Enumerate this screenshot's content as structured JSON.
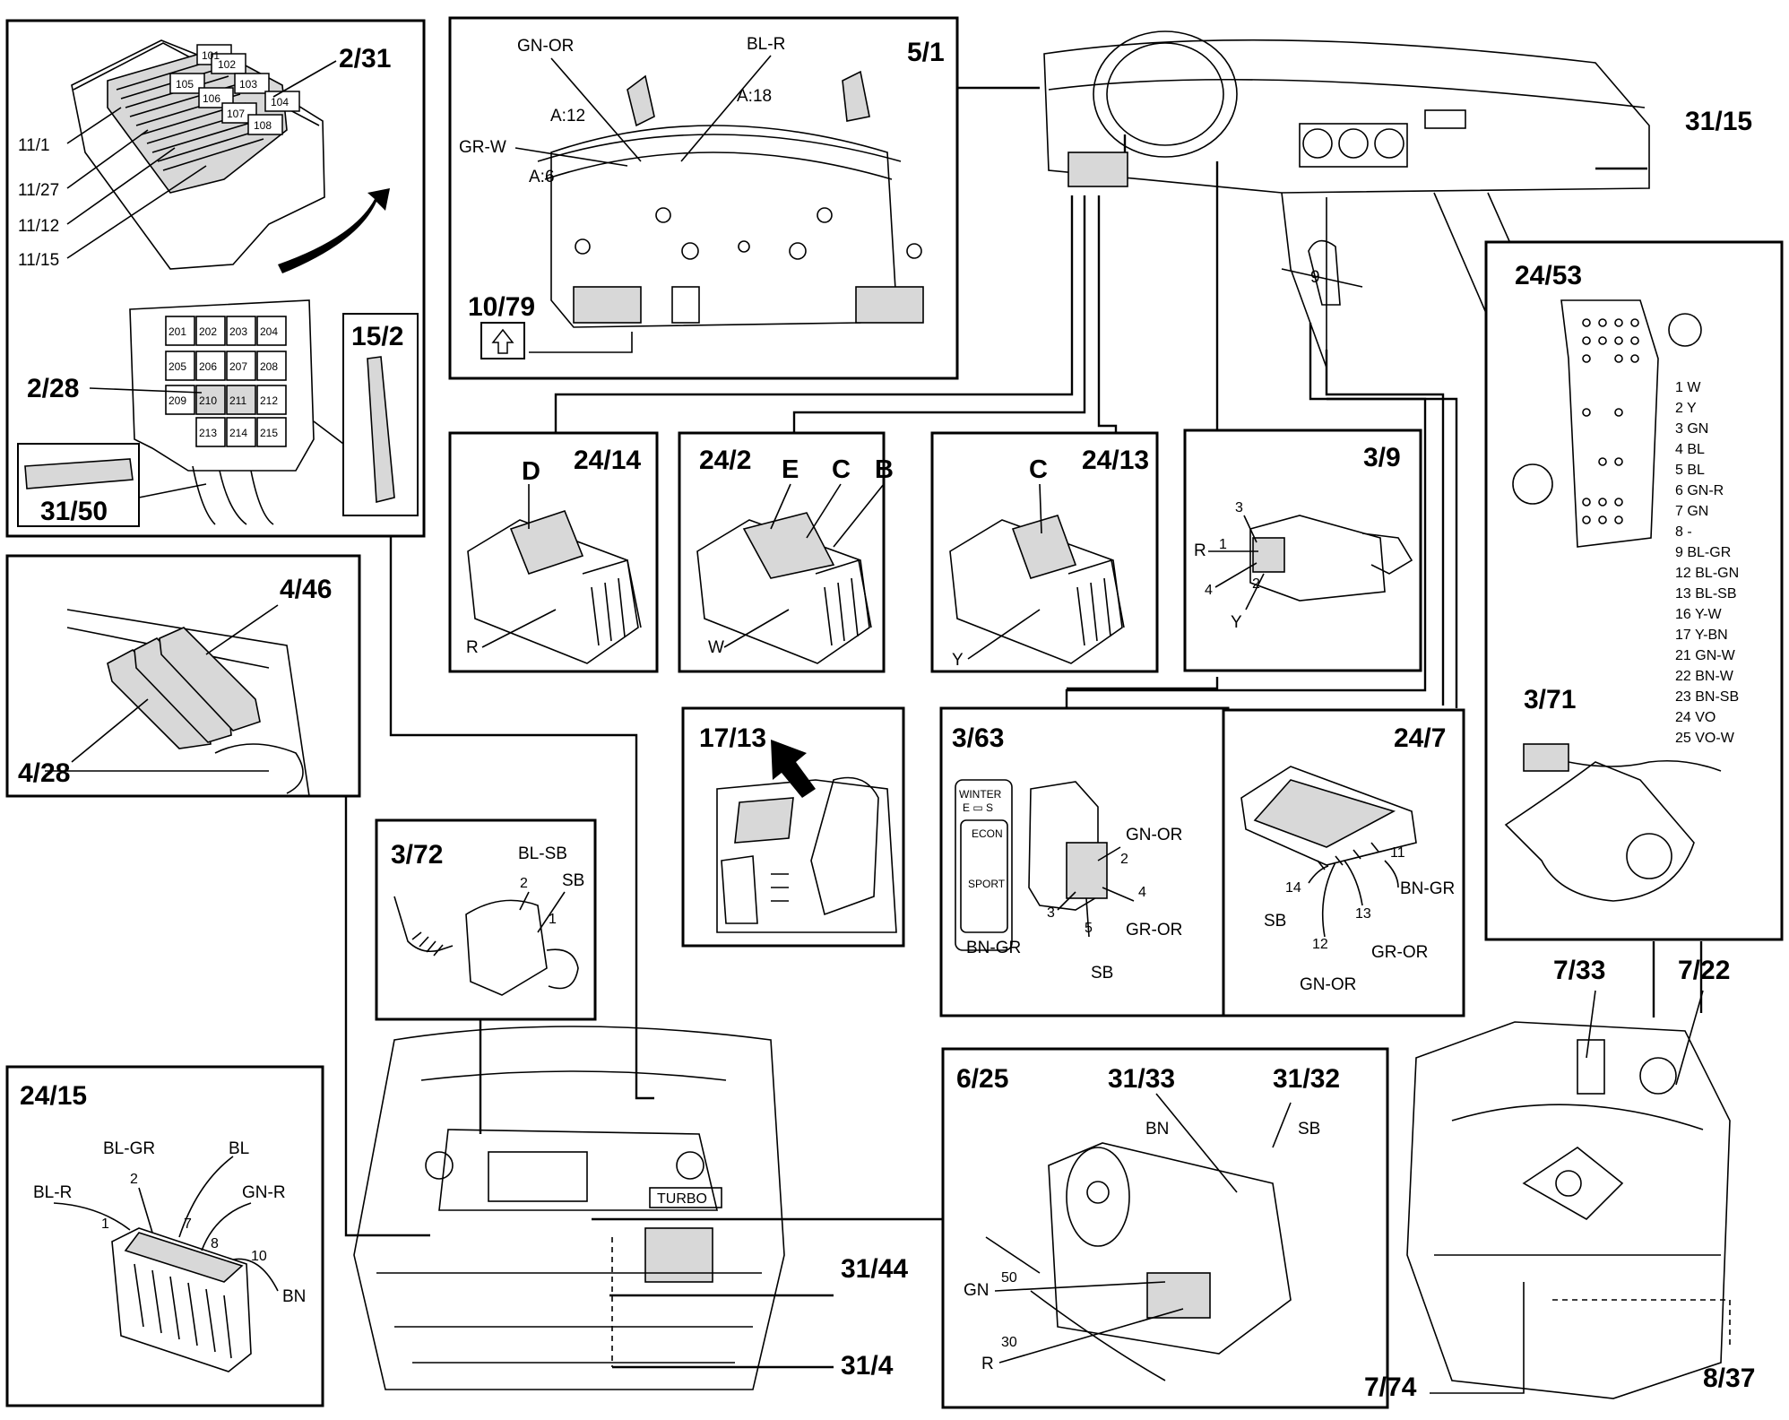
{
  "panels": {
    "fuse_box": {
      "id": "2/31",
      "fuse_numbers": [
        "101",
        "102",
        "103",
        "104",
        "105",
        "106",
        "107",
        "108"
      ],
      "pin_refs": [
        "11/1",
        "11/27",
        "11/12",
        "11/15"
      ],
      "relay_box_id": "2/28",
      "relay_numbers": [
        "201",
        "202",
        "203",
        "204",
        "205",
        "206",
        "207",
        "208",
        "209",
        "210",
        "211",
        "212",
        "213",
        "214",
        "215"
      ],
      "connector_id": "31/50",
      "strip_id": "15/2"
    },
    "instrument_cluster": {
      "id": "5/1",
      "wire_labels": [
        "GN-OR",
        "BL-R",
        "GR-W"
      ],
      "pin_labels": [
        "A:12",
        "A:18",
        "A:6"
      ],
      "sub_id": "10/79"
    },
    "dashboard": {
      "id": "31/15",
      "shift_label": "9"
    },
    "connector_24_53": {
      "id": "24/53",
      "pins": [
        "1 W",
        "2 Y",
        "3 GN",
        "4 BL",
        "5 BL",
        "6 GN-R",
        "7 GN",
        "8 -",
        "9 BL-GR",
        "12 BL-GN",
        "13 BL-SB",
        "16 Y-W",
        "17 Y-BN",
        "21 GN-W",
        "22 BN-W",
        "23 BN-SB",
        "24 VO",
        "25 VO-W"
      ],
      "sensor_id": "3/71"
    },
    "relays": {
      "id_top": "4/46",
      "id_bottom": "4/28"
    },
    "c24_14": {
      "id": "24/14",
      "letter": "D",
      "color": "R"
    },
    "c24_2": {
      "id": "24/2",
      "letters": [
        "E",
        "C",
        "B"
      ],
      "color": "W"
    },
    "c24_13": {
      "id": "24/13",
      "letter": "C",
      "color": "Y"
    },
    "switch_3_9": {
      "id": "3/9",
      "pins": [
        "3",
        "1",
        "4",
        "2"
      ],
      "color_r": "R",
      "color_y": "Y"
    },
    "shift_17_13": {
      "id": "17/13"
    },
    "switch_3_63": {
      "id": "3/63",
      "winter": "WINTER",
      "winter_sub": "E ▭ S",
      "econ": "ECON",
      "sport": "SPORT",
      "wires": [
        "GN-OR",
        "GR-OR",
        "BN-GR",
        "SB"
      ],
      "pins": [
        "2",
        "4",
        "3",
        "5"
      ]
    },
    "c24_7": {
      "id": "24/7",
      "pins": [
        "11",
        "14",
        "13",
        "12"
      ],
      "wires": [
        "BN-GR",
        "SB",
        "GR-OR",
        "GN-OR"
      ]
    },
    "sensor_3_72": {
      "id": "3/72",
      "wires": [
        "BL-SB",
        "SB"
      ],
      "pins": [
        "2",
        "1"
      ]
    },
    "c24_15": {
      "id": "24/15",
      "wires": [
        "BL-GR",
        "BL",
        "BL-R",
        "GN-R",
        "BN"
      ],
      "pins": [
        "2",
        "7",
        "1",
        "8",
        "10"
      ]
    },
    "engine_bay": {
      "badge": "TURBO",
      "refs": [
        "31/44",
        "31/4"
      ]
    },
    "starter_6_25": {
      "id": "6/25",
      "refs": [
        "31/33",
        "31/32"
      ],
      "wires": [
        "BN",
        "SB",
        "GN",
        "R"
      ],
      "pins": [
        "50",
        "30"
      ]
    },
    "gearbox": {
      "refs": [
        "7/33",
        "7/22",
        "7/74",
        "8/37"
      ]
    }
  }
}
